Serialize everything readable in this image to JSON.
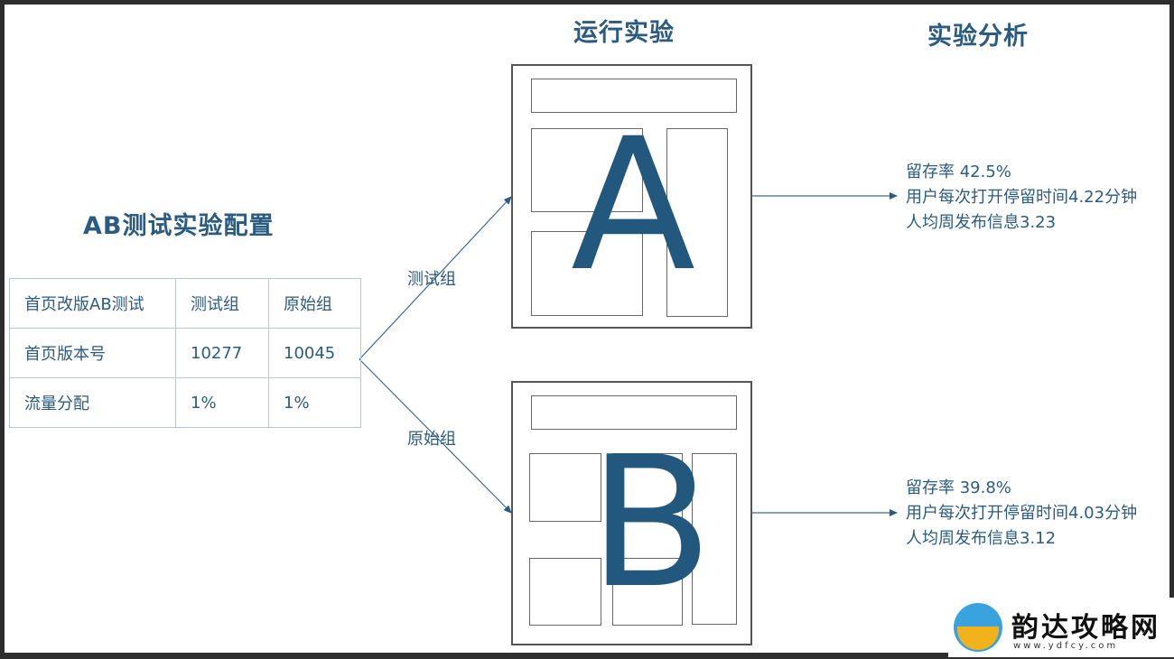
{
  "titles": {
    "config": "AB测试实验配置",
    "run": "运行实验",
    "analysis": "实验分析"
  },
  "config_table": {
    "rows": [
      [
        "首页改版AB测试",
        "测试组",
        "原始组"
      ],
      [
        "首页版本号",
        "10277",
        "10045"
      ],
      [
        "流量分配",
        "1%",
        "1%"
      ]
    ]
  },
  "branches": {
    "test": "测试组",
    "original": "原始组"
  },
  "variants": {
    "a": {
      "letter": "A",
      "metrics": [
        "留存率 42.5%",
        "用户每次打开停留时间4.22分钟",
        "人均周发布信息3.23"
      ]
    },
    "b": {
      "letter": "B",
      "metrics": [
        "留存率 39.8%",
        "用户每次打开停留时间4.03分钟",
        "人均周发布信息3.12"
      ]
    }
  },
  "watermark": {
    "name": "韵达攻略网",
    "url": "www.ydfcy.com"
  },
  "colors": {
    "accent": "#2b5b80",
    "letter": "#23587e",
    "frame": "#2e2e2e"
  }
}
